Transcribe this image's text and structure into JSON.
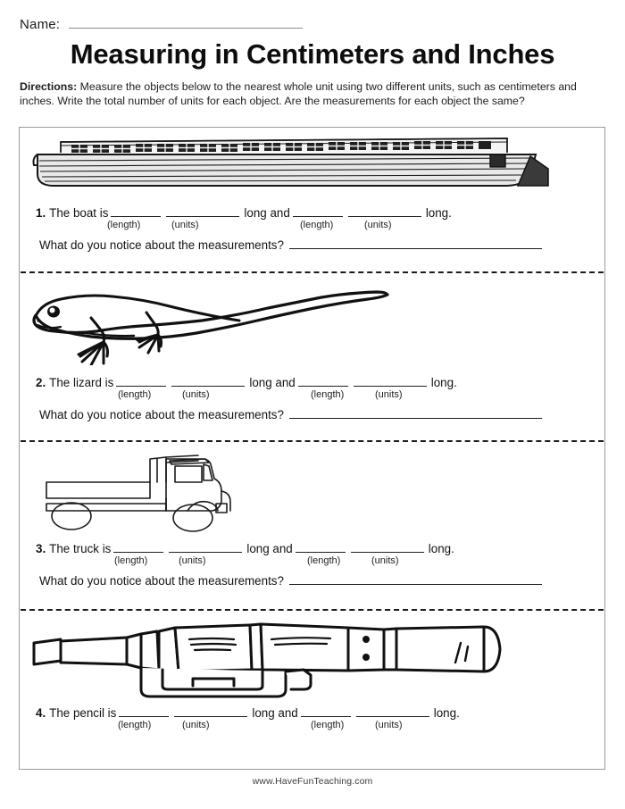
{
  "header": {
    "name_label": "Name:",
    "title": "Measuring in Centimeters and Inches",
    "directions_label": "Directions:",
    "directions_text": " Measure the objects below to the nearest whole unit using two different units, such as centimeters and inches. Write the total number of units for each object. Are the measurements for each object the same?"
  },
  "labels": {
    "length_hint": "(length)",
    "units_hint": "(units)",
    "long_word": "long and",
    "long_end": "long.",
    "notice_question": "What do you notice about the measurements?"
  },
  "questions": [
    {
      "number": "1.",
      "stem": "The boat is",
      "object": "boat",
      "artwork": "canal-boat-illustration",
      "has_notice_line": true
    },
    {
      "number": "2.",
      "stem": "The lizard is",
      "object": "lizard",
      "artwork": "lizard-illustration",
      "has_notice_line": true
    },
    {
      "number": "3.",
      "stem": "The truck is",
      "object": "truck",
      "artwork": "truck-illustration",
      "has_notice_line": true
    },
    {
      "number": "4.",
      "stem": "The pencil is",
      "object": "pencil",
      "artwork": "telescope-illustration",
      "has_notice_line": false
    }
  ],
  "footer": {
    "website": "www.HaveFunTeaching.com"
  },
  "colors": {
    "ink": "#131313",
    "box_border": "#9a9a9a",
    "rule": "#8d8d8d"
  }
}
